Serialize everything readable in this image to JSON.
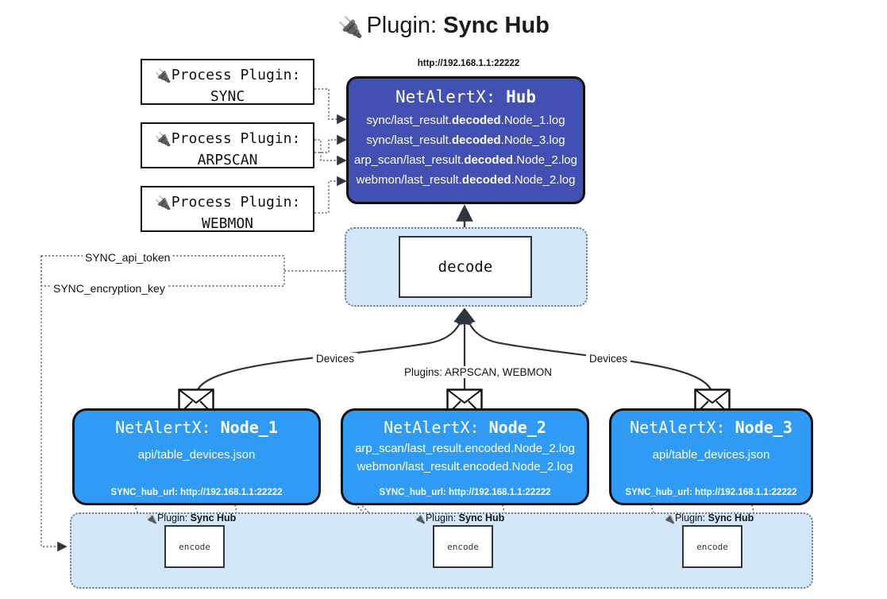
{
  "header": {
    "icon": "plug-icon",
    "prefix": "Plugin:",
    "title": "Sync Hub"
  },
  "process_plugins": [
    {
      "icon": "plug-icon",
      "line1": "Process Plugin:",
      "line2": "SYNC"
    },
    {
      "icon": "plug-icon",
      "line1": "Process Plugin:",
      "line2": "ARPSCAN"
    },
    {
      "icon": "plug-icon",
      "line1": "Process Plugin:",
      "line2": "WEBMON"
    }
  ],
  "hub": {
    "url": "http://192.168.1.1:22222",
    "title_prefix": "NetAlertX:",
    "title_name": "Hub",
    "logs": [
      {
        "pre": "sync/last_result.",
        "mid": "decoded",
        "post": ".Node_1.log"
      },
      {
        "pre": "sync/last_result.",
        "mid": "decoded",
        "post": ".Node_3.log"
      },
      {
        "pre": "arp_scan/last_result.",
        "mid": "decoded",
        "post": ".Node_2.log"
      },
      {
        "pre": "webmon/last_result.",
        "mid": "decoded",
        "post": ".Node_2.log"
      }
    ]
  },
  "decode": {
    "label": "decode"
  },
  "sync_keys": [
    {
      "label": "SYNC_api_token"
    },
    {
      "label": "SYNC_encryption_key"
    }
  ],
  "edge_labels": {
    "devices_left": "Devices",
    "devices_right": "Devices",
    "plugins_center": "Plugins: ARPSCAN, WEBMON"
  },
  "nodes": [
    {
      "icon": "envelope-icon",
      "title_prefix": "NetAlertX:",
      "title_name": "Node_1",
      "lines": [
        "api/table_devices.json"
      ],
      "footer": "SYNC_hub_url: http://192.168.1.1:22222"
    },
    {
      "icon": "envelope-icon",
      "title_prefix": "NetAlertX:",
      "title_name": "Node_2",
      "lines": [
        "arp_scan/last_result.encoded.Node_2.log",
        "webmon/last_result.encoded.Node_2.log"
      ],
      "footer": "SYNC_hub_url: http://192.168.1.1:22222"
    },
    {
      "icon": "envelope-icon",
      "title_prefix": "NetAlertX:",
      "title_name": "Node_3",
      "lines": [
        "api/table_devices.json"
      ],
      "footer": "SYNC_hub_url: http://192.168.1.1:22222"
    }
  ],
  "encoders": [
    {
      "icon": "plug-icon",
      "label_prefix": "Plugin:",
      "label_name": "Sync Hub",
      "box_label": "encode"
    },
    {
      "icon": "plug-icon",
      "label_prefix": "Plugin:",
      "label_name": "Sync Hub",
      "box_label": "encode"
    },
    {
      "icon": "plug-icon",
      "label_prefix": "Plugin:",
      "label_name": "Sync Hub",
      "box_label": "encode"
    }
  ],
  "colors": {
    "hub": "#4250B4",
    "node": "#2F9BF5",
    "band": "#D4E7F8",
    "stroke": "#111111",
    "background": "#FFFFFF"
  }
}
